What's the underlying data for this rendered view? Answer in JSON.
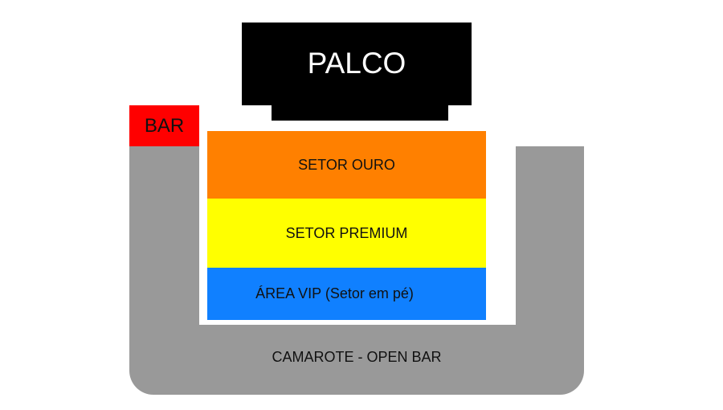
{
  "stage": {
    "label": "PALCO",
    "color": "#000000"
  },
  "bar": {
    "label": "BAR",
    "color": "#ff0000"
  },
  "camarote": {
    "label": "CAMAROTE - OPEN BAR",
    "color": "#999999"
  },
  "sectors": [
    {
      "label": "SETOR OURO",
      "color": "#ff8000"
    },
    {
      "label": "SETOR PREMIUM",
      "color": "#ffff00"
    },
    {
      "label": "ÁREA VIP (Setor em pé)",
      "color": "#1080ff"
    }
  ]
}
